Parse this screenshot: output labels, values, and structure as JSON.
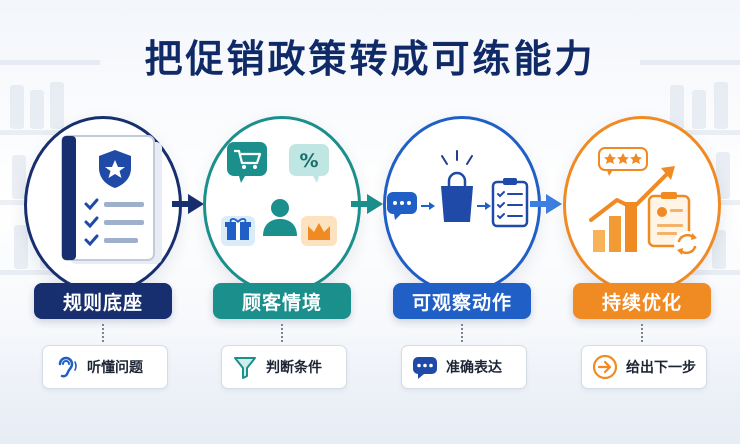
{
  "title": "把促销政策转成可练能力",
  "stages": [
    {
      "label": "规则底座",
      "chip": "听懂问题",
      "color": "#172f6e"
    },
    {
      "label": "顾客情境",
      "chip": "判断条件",
      "color": "#1b8f8c"
    },
    {
      "label": "可观察动作",
      "chip": "准确表达",
      "color": "#1f5fc6"
    },
    {
      "label": "持续优化",
      "chip": "给出下一步",
      "color": "#f08a23"
    }
  ],
  "icons": {
    "stage1": "policy-document-icon",
    "stage2": [
      "shopping-cart-icon",
      "percent-icon",
      "gift-icon",
      "customer-icon",
      "crown-icon"
    ],
    "stage3": [
      "chat-bubble-icon",
      "shopping-bag-icon",
      "checklist-icon"
    ],
    "stage4": [
      "star-rating-icon",
      "growth-chart-icon",
      "profile-card-icon",
      "refresh-icon"
    ],
    "chips": [
      "ear-icon",
      "filter-icon",
      "speech-bubble-icon",
      "arrow-right-circle-icon"
    ]
  },
  "percent_symbol": "%"
}
